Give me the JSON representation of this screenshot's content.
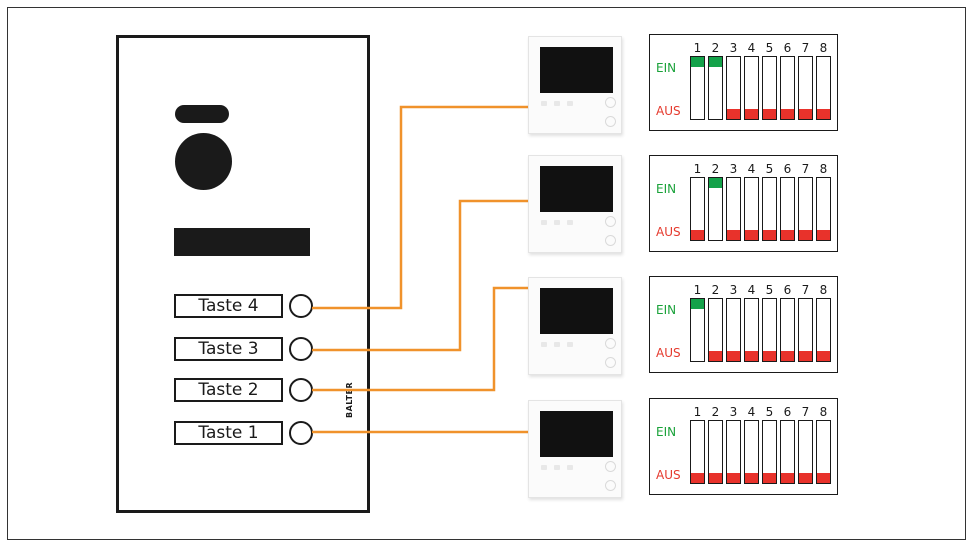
{
  "labels": {
    "ein": "EIN",
    "aus": "AUS"
  },
  "switch_numbers": [
    "1",
    "2",
    "3",
    "4",
    "5",
    "6",
    "7",
    "8"
  ],
  "buttons": [
    {
      "label": "Taste 4",
      "on_switches": [
        1,
        2
      ]
    },
    {
      "label": "Taste 3",
      "on_switches": [
        2
      ]
    },
    {
      "label": "Taste 2",
      "on_switches": [
        1
      ]
    },
    {
      "label": "Taste 1",
      "on_switches": []
    }
  ],
  "brand": "BALTER",
  "colors": {
    "wire": "#f0922b",
    "on": "#14a24a",
    "off": "#e8322b",
    "ein_text": "#1aa23a",
    "aus_text": "#e53a2e"
  }
}
